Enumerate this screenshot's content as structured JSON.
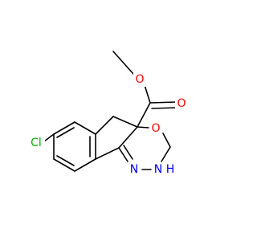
{
  "molecule": {
    "atoms": {
      "o_carbonyl": {
        "label": "O",
        "color": "#ff0000"
      },
      "o_ester": {
        "label": "O",
        "color": "#ff0000"
      },
      "o_ring": {
        "label": "O",
        "color": "#ff0000"
      },
      "cl": {
        "label": "Cl",
        "color": "#00b400"
      },
      "n_imine": {
        "label": "N",
        "color": "#0000ff"
      },
      "nh": {
        "label": "N",
        "color": "#0000ff"
      },
      "h_on_n": {
        "label": "H",
        "color": "#0000ff"
      }
    }
  }
}
